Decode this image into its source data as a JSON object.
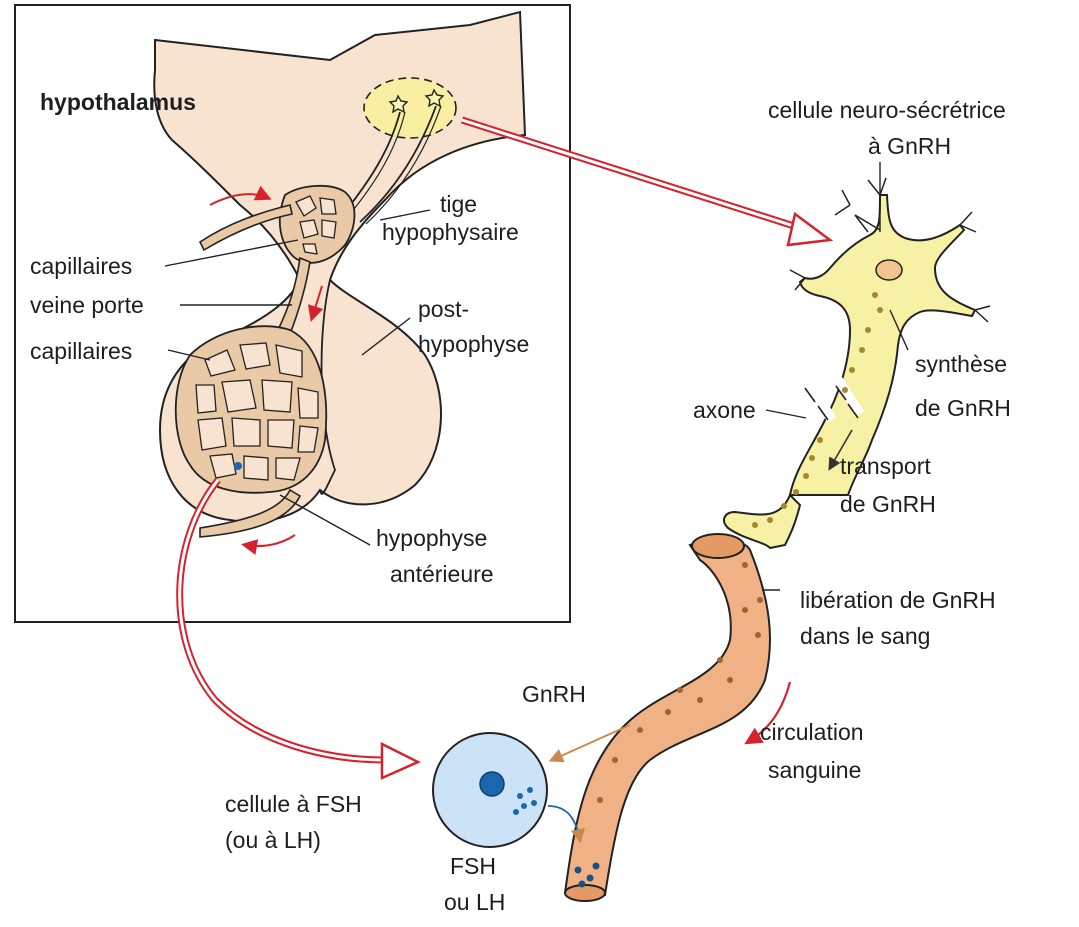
{
  "labels": {
    "hypothalamus": "hypothalamus",
    "tige_1": "tige",
    "tige_2": "hypophysaire",
    "capillaires_top": "capillaires",
    "veine_porte": "veine porte",
    "capillaires_bottom": "capillaires",
    "post_1": "post-",
    "post_2": "hypophyse",
    "ant_1": "hypophyse",
    "ant_2": "antérieure",
    "neuro_1": "cellule neuro-sécrétrice",
    "neuro_2": "à GnRH",
    "synth_1": "synthèse",
    "synth_2": "de GnRH",
    "axone": "axone",
    "transport_1": "transport",
    "transport_2": "de GnRH",
    "liberation_1": "libération de GnRH",
    "liberation_2": "dans le sang",
    "gnrh": "GnRH",
    "circ_1": "circulation",
    "circ_2": "sanguine",
    "cellfsh_1": "cellule à FSH",
    "cellfsh_2": "(ou à LH)",
    "fsh_1": "FSH",
    "fsh_2": "ou LH"
  },
  "colors": {
    "tissue": "#f7e3cf",
    "capillary": "#e9c9a6",
    "neuron": "#f7f1a6",
    "vessel": "#f0b285",
    "cell": "#cce3f7",
    "arrow_red": "#d6222d",
    "dot_blue": "#1a66b0",
    "dot_olive": "#a08a2c"
  }
}
